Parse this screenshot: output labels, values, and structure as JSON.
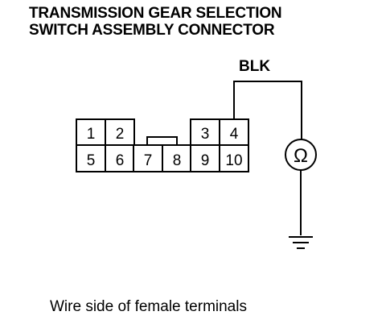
{
  "title": {
    "line1": "TRANSMISSION GEAR SELECTION",
    "line2": "SWITCH ASSEMBLY CONNECTOR"
  },
  "wire_color": "BLK",
  "connector": {
    "top_row": [
      "1",
      "2",
      "3",
      "4"
    ],
    "bottom_row": [
      "5",
      "6",
      "7",
      "8",
      "9",
      "10"
    ]
  },
  "meter_symbol": "Ω",
  "caption": "Wire side of female terminals",
  "icons": [
    "ohmmeter-icon",
    "ground-icon"
  ]
}
